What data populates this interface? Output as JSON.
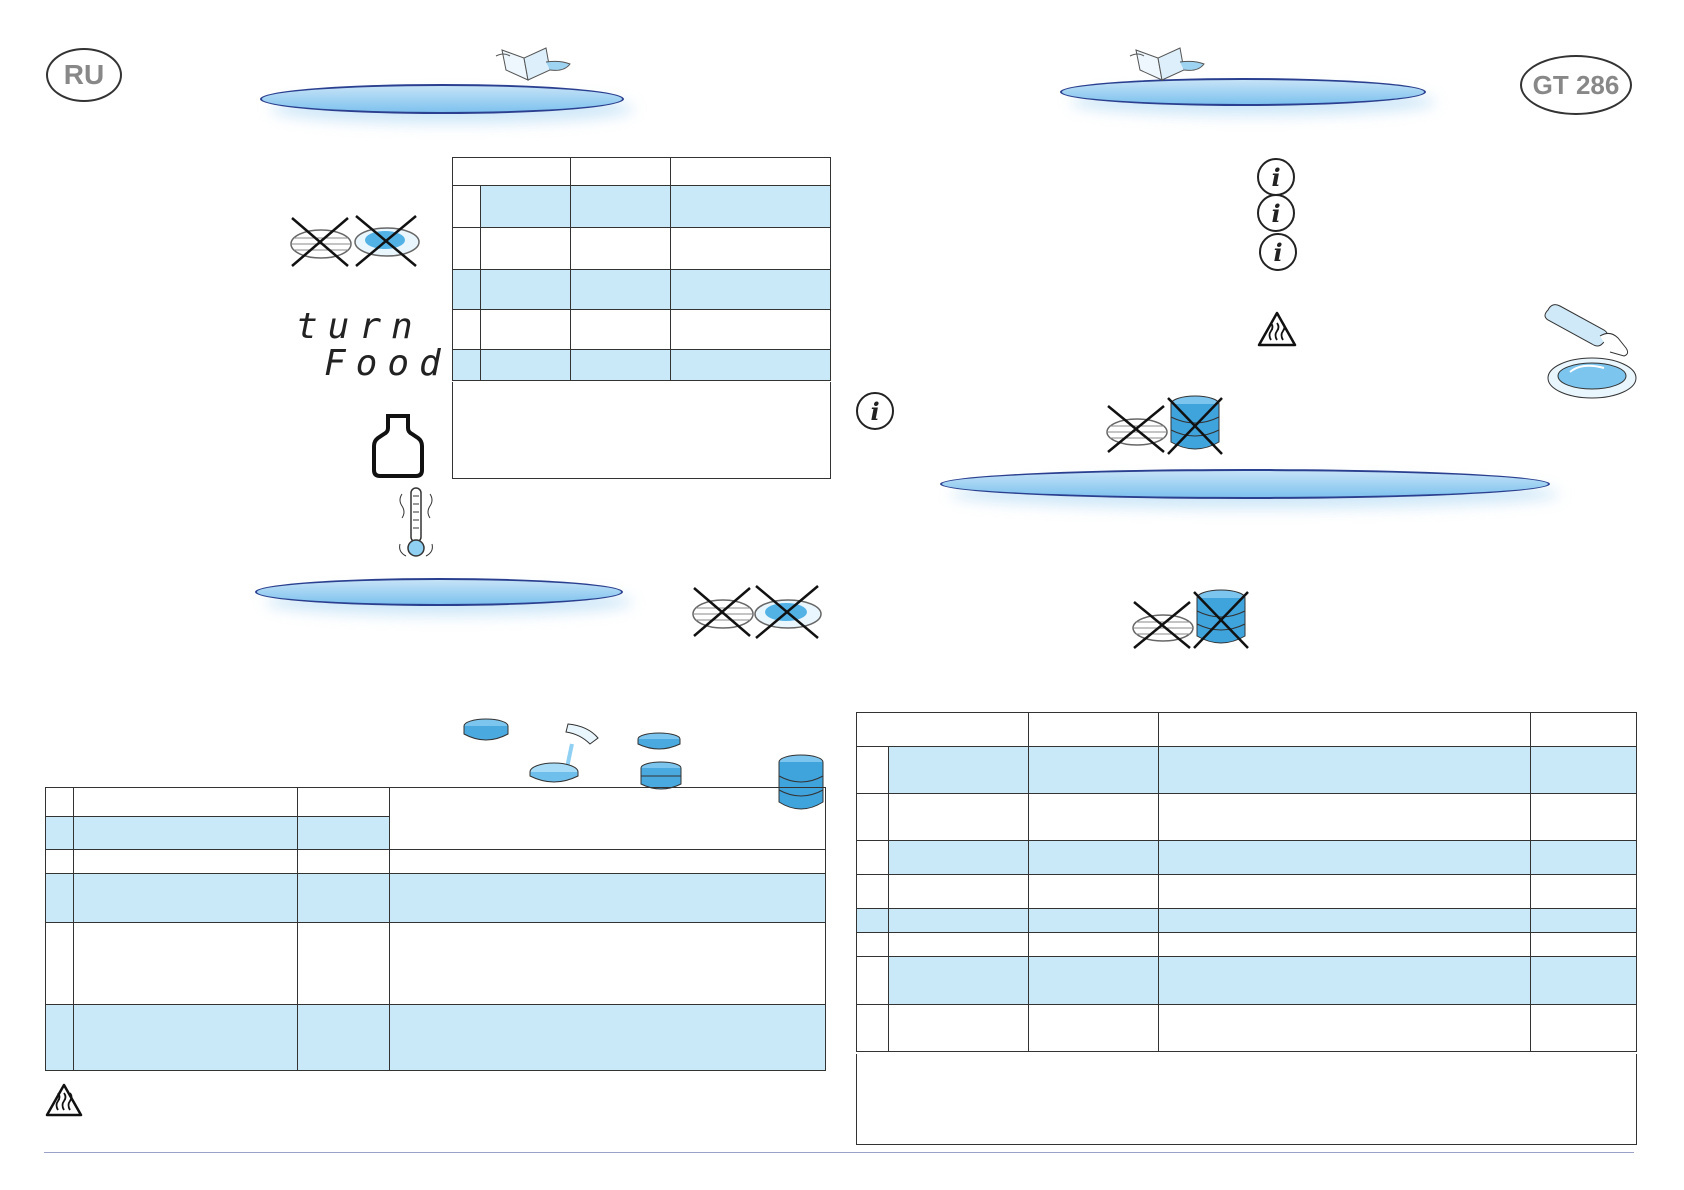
{
  "badges": {
    "language": "RU",
    "model": "GT 286"
  },
  "display_text": {
    "line1": "turn",
    "line2": "Food"
  },
  "icons": [
    "book-hand-icon",
    "rack-crossed-icon",
    "plate-crossed-icon",
    "weight-icon",
    "thermometer-icon",
    "info-icon",
    "hot-surface-warning-icon",
    "plate-lifter-icon",
    "cookware-icon"
  ],
  "colors": {
    "table_blue": "#c9e9f9",
    "ellipse_border": "#2a3f8f",
    "badge_text": "#888888"
  }
}
